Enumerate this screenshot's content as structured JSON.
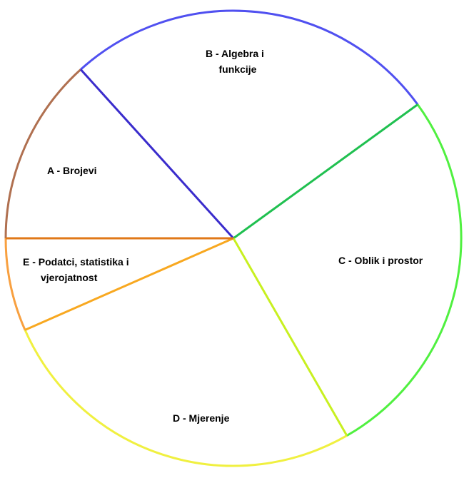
{
  "chart_data": {
    "type": "pie",
    "title": "",
    "unit": "fraction",
    "start_angle_deg": 180,
    "direction": "clockwise",
    "slices": [
      {
        "label": "A - Brojevi",
        "label_lines": [
          "A - Brojevi"
        ],
        "value": 13.3,
        "arc_color": "#b07050",
        "edge_color": "#3a2ccc"
      },
      {
        "label": "B - Algebra i funkcije",
        "label_lines": [
          "B - Algebra i",
          "funkcije"
        ],
        "value": 26.7,
        "arc_color": "#5050f0",
        "edge_color": "#20c050"
      },
      {
        "label": "C - Oblik i prostor",
        "label_lines": [
          "C - Oblik i prostor"
        ],
        "value": 26.7,
        "arc_color": "#50f040",
        "edge_color": "#c8f020"
      },
      {
        "label": "D - Mjerenje",
        "label_lines": [
          "D - Mjerenje"
        ],
        "value": 26.7,
        "arc_color": "#f0f040",
        "edge_color": "#f8a820"
      },
      {
        "label": "E - Podatci, statistika i vjerojatnost",
        "label_lines": [
          "E - Podatci, statistika i",
          "vjerojatnost"
        ],
        "value": 6.6,
        "arc_color": "#f8a040",
        "edge_color": "#e07818"
      }
    ]
  }
}
